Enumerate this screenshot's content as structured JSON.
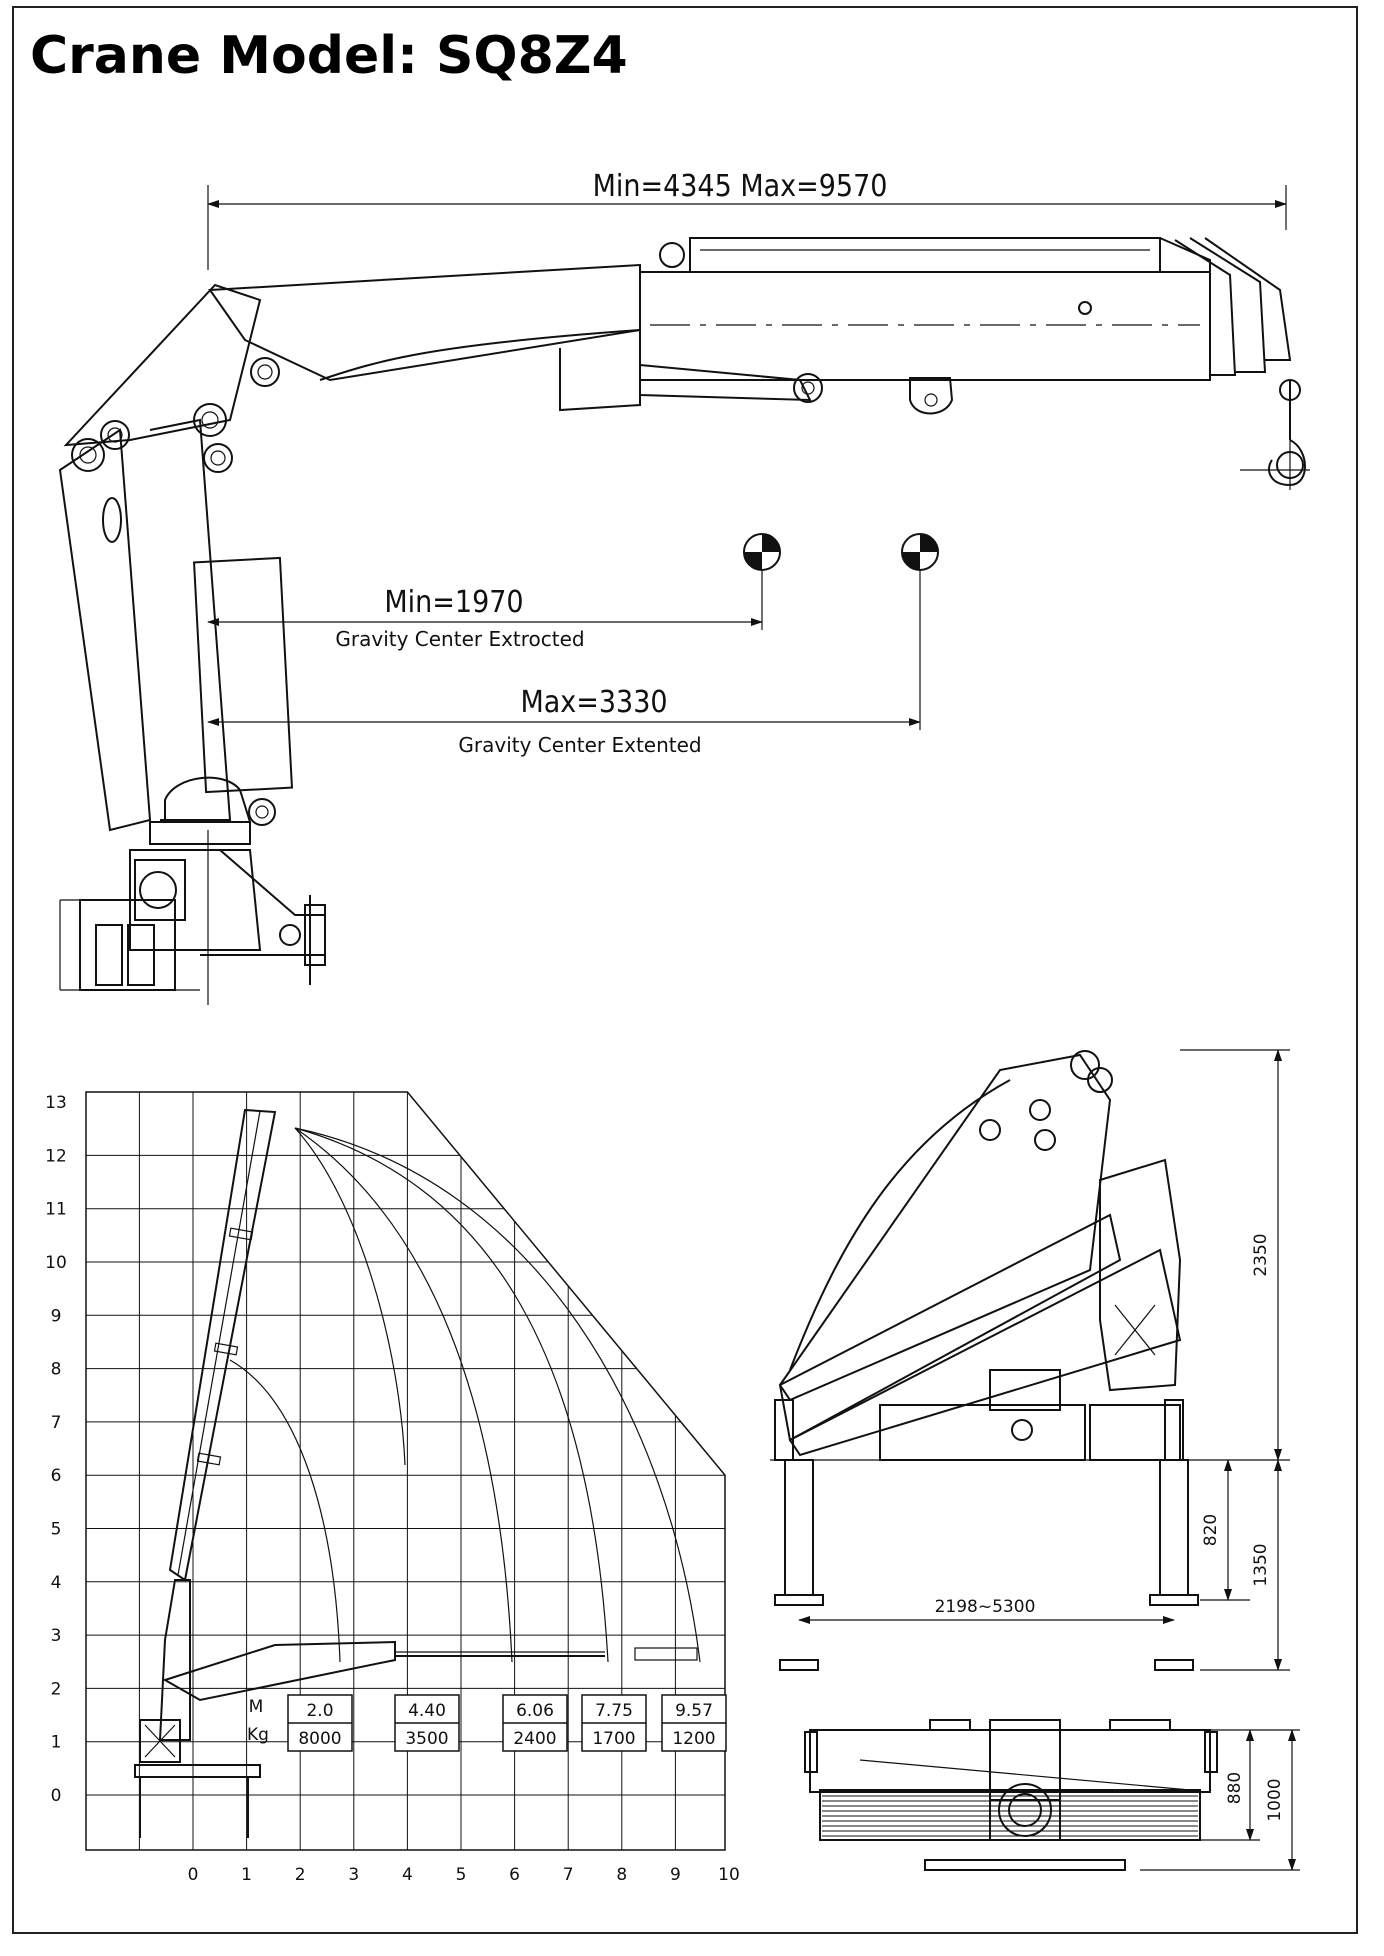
{
  "title": "Crane Model: SQ8Z4",
  "side_view": {
    "boom_length_label": "Min=4345    Max=9570",
    "gravity_min_label": "Min=1970",
    "gravity_min_caption": "Gravity Center Extrocted",
    "gravity_max_label": "Max=3330",
    "gravity_max_caption": "Gravity Center Extented"
  },
  "chart_data": {
    "type": "diagram",
    "x_ticks": [
      "0",
      "1",
      "2",
      "3",
      "4",
      "5",
      "6",
      "7",
      "8",
      "9",
      "10"
    ],
    "y_ticks": [
      "0",
      "1",
      "2",
      "3",
      "4",
      "5",
      "6",
      "7",
      "8",
      "9",
      "10",
      "11",
      "12",
      "13"
    ],
    "load_units": {
      "distance": "M",
      "load": "Kg"
    },
    "load_table": [
      {
        "distance": "2.0",
        "load": "8000"
      },
      {
        "distance": "4.40",
        "load": "3500"
      },
      {
        "distance": "6.06",
        "load": "2400"
      },
      {
        "distance": "7.75",
        "load": "1700"
      },
      {
        "distance": "9.57",
        "load": "1200"
      }
    ]
  },
  "front_view": {
    "height_total": "2350",
    "height_820": "820",
    "height_1350": "1350",
    "outrigger_span": "2198~5300"
  },
  "top_view": {
    "width_880": "880",
    "width_1000": "1000"
  }
}
